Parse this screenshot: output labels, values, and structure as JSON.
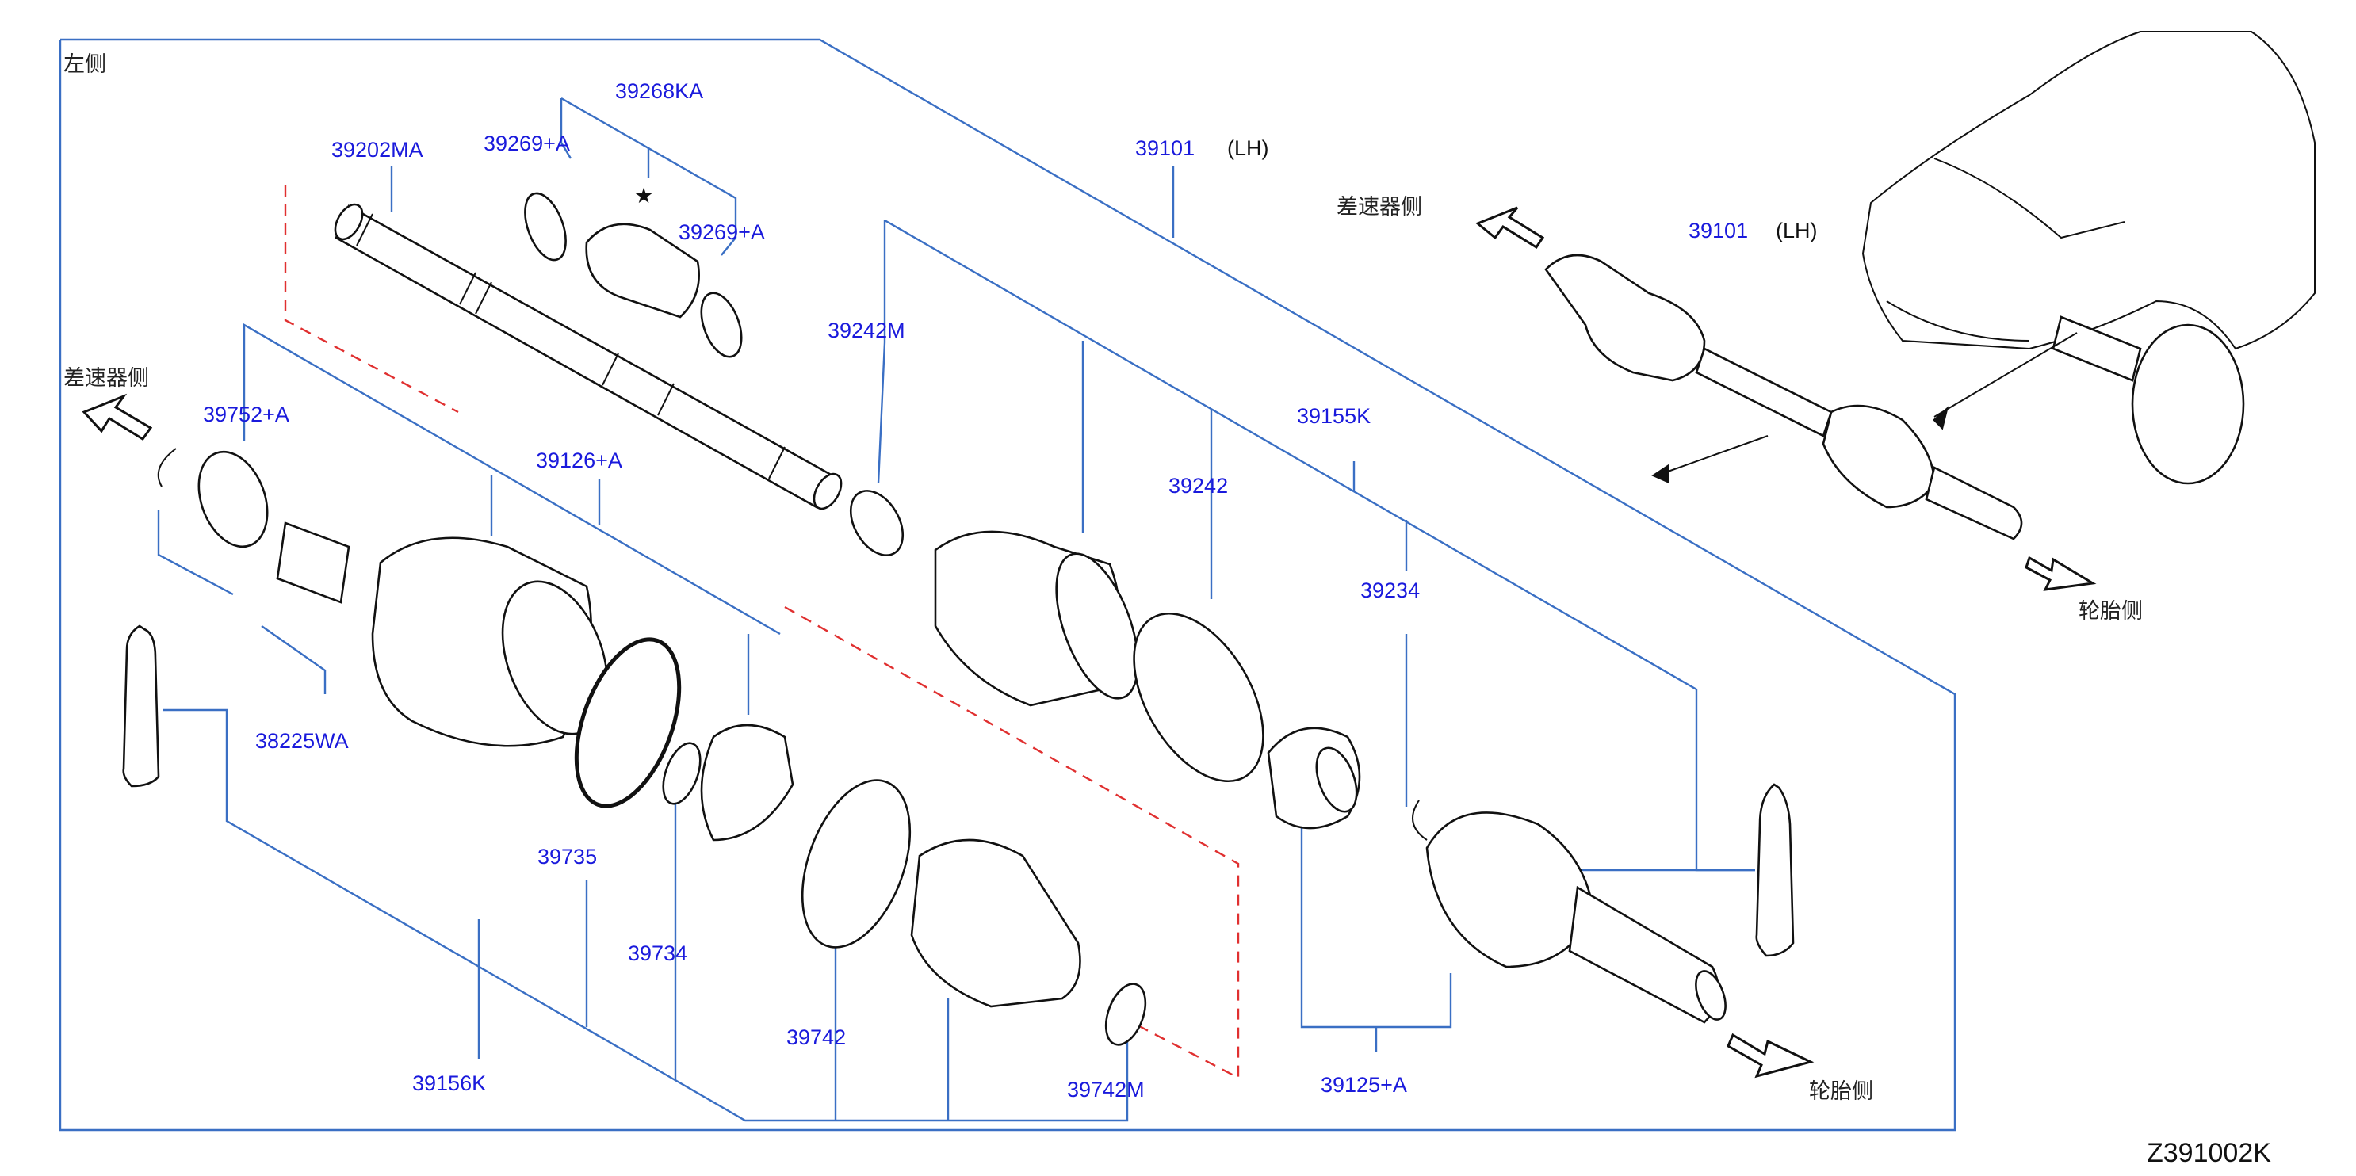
{
  "sides": {
    "left_side": "左侧",
    "diff_side_top": "差速器侧",
    "diff_side_left": "差速器侧",
    "tire_side_right": "轮胎侧",
    "tire_side_bottom": "轮胎侧"
  },
  "callouts": {
    "p39268KA": "39268KA",
    "p39269A_1": "39269+A",
    "p39269A_2": "39269+A",
    "p39202MA": "39202MA",
    "p39101": "39101",
    "p39101_lh": "(LH)",
    "p39101_b": "39101",
    "p39101_b_lh": "(LH)",
    "p39242M": "39242M",
    "p39752A": "39752+A",
    "p39126A": "39126+A",
    "p39242": "39242",
    "p39155K": "39155K",
    "p39234": "39234",
    "p38225WA": "38225WA",
    "p39735": "39735",
    "p39734": "39734",
    "p39742": "39742",
    "p39742M": "39742M",
    "p39156K": "39156K",
    "p39125A": "39125+A"
  },
  "star": "★",
  "drawing_code": "Z391002K",
  "colors": {
    "leader": "#3a6fc4",
    "label": "#1a1adc",
    "kit_outline": "#e03030"
  }
}
